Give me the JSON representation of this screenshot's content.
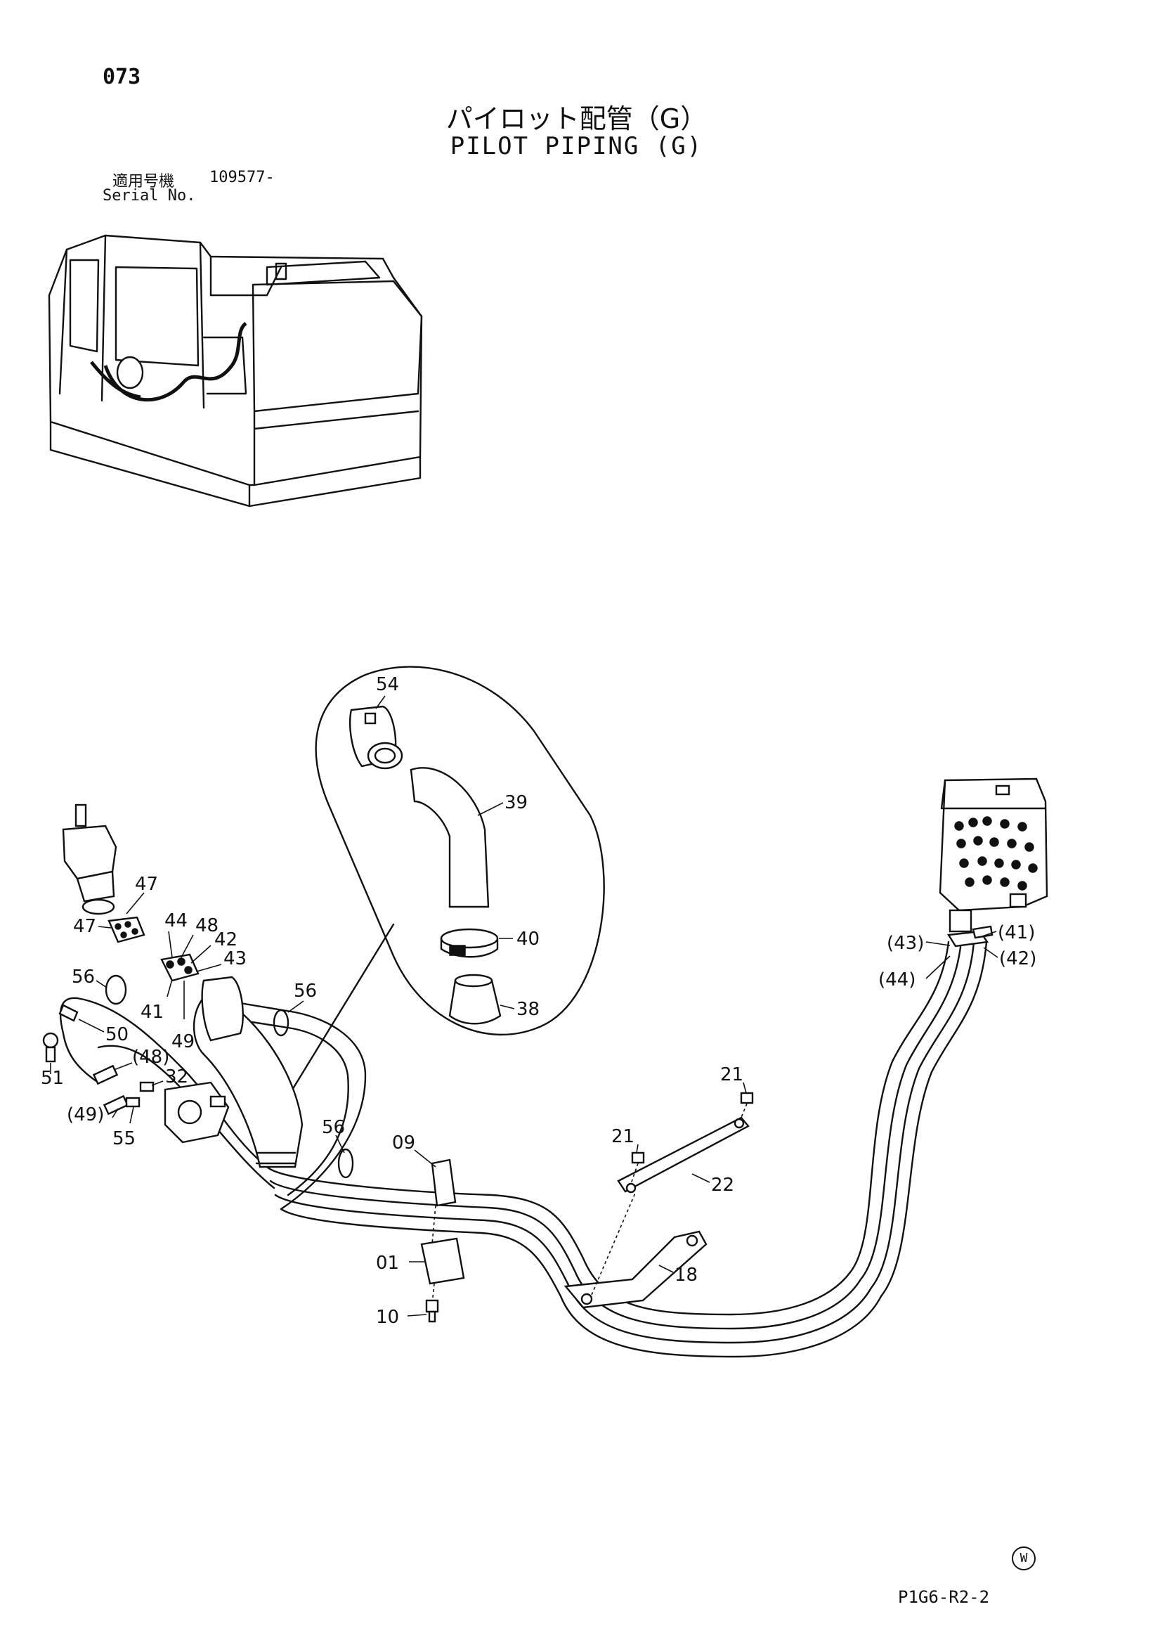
{
  "header": {
    "page_number": "073",
    "title_ja": "パイロット配管（G）",
    "title_en": "PILOT PIPING (G)"
  },
  "serial": {
    "label_ja": "適用号機",
    "value": "109577-",
    "label_en": "Serial No."
  },
  "callouts": [
    {
      "id": "c54",
      "label": "54"
    },
    {
      "id": "c39",
      "label": "39"
    },
    {
      "id": "c40",
      "label": "40"
    },
    {
      "id": "c38",
      "label": "38"
    },
    {
      "id": "c47a",
      "label": "47"
    },
    {
      "id": "c47b",
      "label": "47"
    },
    {
      "id": "c44",
      "label": "44"
    },
    {
      "id": "c48",
      "label": "48"
    },
    {
      "id": "c42",
      "label": "42"
    },
    {
      "id": "c43",
      "label": "43"
    },
    {
      "id": "c56a",
      "label": "56"
    },
    {
      "id": "c56b",
      "label": "56"
    },
    {
      "id": "c56c",
      "label": "56"
    },
    {
      "id": "c41",
      "label": "41"
    },
    {
      "id": "c49",
      "label": "49"
    },
    {
      "id": "c50",
      "label": "50"
    },
    {
      "id": "c51",
      "label": "51"
    },
    {
      "id": "c48p",
      "label": "(48)"
    },
    {
      "id": "c32",
      "label": "32"
    },
    {
      "id": "c49p",
      "label": "(49)"
    },
    {
      "id": "c55",
      "label": "55"
    },
    {
      "id": "c09",
      "label": "09"
    },
    {
      "id": "c01",
      "label": "01"
    },
    {
      "id": "c10",
      "label": "10"
    },
    {
      "id": "c21a",
      "label": "21"
    },
    {
      "id": "c21b",
      "label": "21"
    },
    {
      "id": "c22",
      "label": "22"
    },
    {
      "id": "c18",
      "label": "18"
    },
    {
      "id": "c43p",
      "label": "(43)"
    },
    {
      "id": "c41p",
      "label": "(41)"
    },
    {
      "id": "c42p",
      "label": "(42)"
    },
    {
      "id": "c44p",
      "label": "(44)"
    }
  ],
  "footer": {
    "watermark": "W",
    "doc_code": "P1G6-R2-2"
  }
}
